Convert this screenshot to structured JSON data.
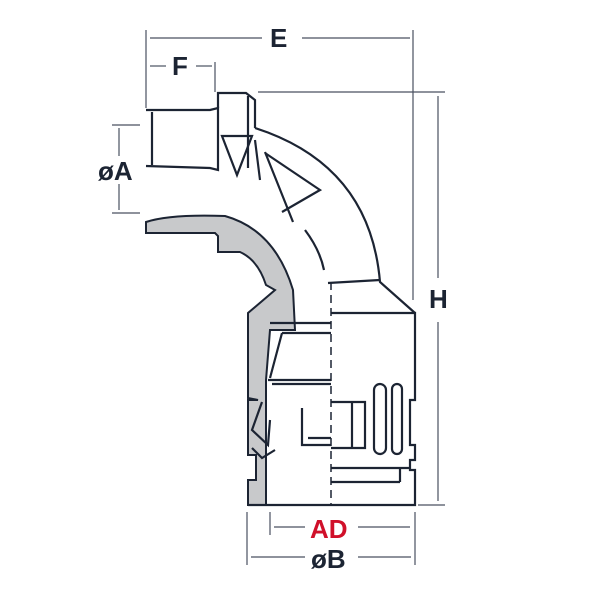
{
  "labels": {
    "E": "E",
    "F": "F",
    "A": "øA",
    "H": "H",
    "AD": "AD",
    "B": "øB"
  },
  "colors": {
    "line": "#1c2433",
    "section_fill": "#c8c9cb",
    "dimension": "#4a5160",
    "highlight": "#d0102a"
  }
}
